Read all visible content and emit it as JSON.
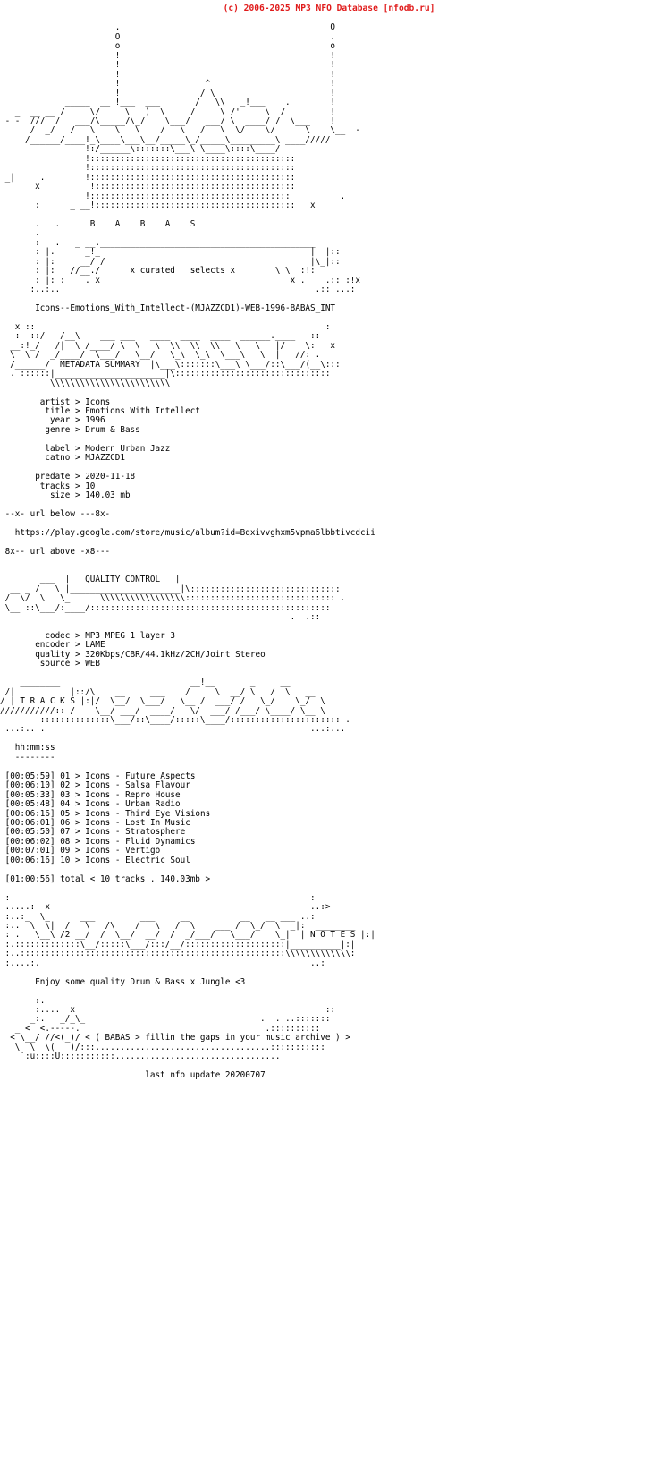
{
  "header": {
    "copyright": "(c) 2006-2025 MP3 NFO Database [nfodb.ru]",
    "color": "#e01b1b"
  },
  "release": {
    "dirname": "Icons--Emotions_With_Intellect-(MJAZZCD1)-WEB-1996-BABAS_INT",
    "group": "BABAS",
    "group_tagline": "x curated   selects x",
    "group_letters": "B    A    B    A    S"
  },
  "sections": {
    "metadata_title": "METADATA SUMMARY",
    "quality_title": "QUALITY CONTROL",
    "tracks_title": "T R A C K S",
    "notes_title": "N O T E S"
  },
  "metadata": {
    "rows": [
      {
        "key": "artist",
        "sep": ">",
        "value": "Icons"
      },
      {
        "key": "title",
        "sep": ">",
        "value": "Emotions With Intellect"
      },
      {
        "key": "year",
        "sep": ">",
        "value": "1996"
      },
      {
        "key": "genre",
        "sep": ">",
        "value": "Drum & Bass"
      },
      {
        "key": "label",
        "sep": ">",
        "value": "Modern Urban Jazz"
      },
      {
        "key": "catno",
        "sep": ">",
        "value": "MJAZZCD1"
      },
      {
        "key": "predate",
        "sep": ">",
        "value": "2020-11-18"
      },
      {
        "key": "tracks",
        "sep": ">",
        "value": "10"
      },
      {
        "key": "size",
        "sep": ">",
        "value": "140.03 mb"
      }
    ]
  },
  "url_block": {
    "above_marker": "--x- url below ---8x-",
    "url": "https://play.google.com/store/music/album?id=Bqxivvghxm5vpma6lbbtivcdcii",
    "below_marker": "8x-- url above -x8---"
  },
  "quality": {
    "rows": [
      {
        "key": "codec",
        "sep": ">",
        "value": "MP3 MPEG 1 layer 3"
      },
      {
        "key": "encoder",
        "sep": ">",
        "value": "LAME"
      },
      {
        "key": "quality",
        "sep": ">",
        "value": "320Kbps/CBR/44.1kHz/2CH/Joint Stereo"
      },
      {
        "key": "source",
        "sep": ">",
        "value": "WEB"
      }
    ]
  },
  "tracklist": {
    "time_header": "hh:mm:ss",
    "time_rule": "--------",
    "artist": "Icons",
    "items": [
      {
        "time": "[00:05:59]",
        "num": "01",
        "sep": ">",
        "artist": "Icons",
        "dash": "-",
        "title": "Future Aspects"
      },
      {
        "time": "[00:06:10]",
        "num": "02",
        "sep": ">",
        "artist": "Icons",
        "dash": "-",
        "title": "Salsa Flavour"
      },
      {
        "time": "[00:05:33]",
        "num": "03",
        "sep": ">",
        "artist": "Icons",
        "dash": "-",
        "title": "Repro House"
      },
      {
        "time": "[00:05:48]",
        "num": "04",
        "sep": ">",
        "artist": "Icons",
        "dash": "-",
        "title": "Urban Radio"
      },
      {
        "time": "[00:06:16]",
        "num": "05",
        "sep": ">",
        "artist": "Icons",
        "dash": "-",
        "title": "Third Eye Visions"
      },
      {
        "time": "[00:06:01]",
        "num": "06",
        "sep": ">",
        "artist": "Icons",
        "dash": "-",
        "title": "Lost In Music"
      },
      {
        "time": "[00:05:50]",
        "num": "07",
        "sep": ">",
        "artist": "Icons",
        "dash": "-",
        "title": "Stratosphere"
      },
      {
        "time": "[00:06:02]",
        "num": "08",
        "sep": ">",
        "artist": "Icons",
        "dash": "-",
        "title": "Fluid Dynamics"
      },
      {
        "time": "[00:07:01]",
        "num": "09",
        "sep": ">",
        "artist": "Icons",
        "dash": "-",
        "title": "Vertigo"
      },
      {
        "time": "[00:06:16]",
        "num": "10",
        "sep": ">",
        "artist": "Icons",
        "dash": "-",
        "title": "Electric Soul"
      }
    ],
    "total_line": "[01:00:56] total < 10 tracks . 140.03mb >"
  },
  "notes": {
    "text": "Enjoy some quality Drum & Bass x Jungle <3"
  },
  "footer": {
    "greet_line": "< ( BABAS > fillin the gaps in your music archive ) >",
    "last_update": "last nfo update 20200707"
  },
  "ascii": {
    "logo_babas": [
      "                       .                                      O",
      "                       O                                      .",
      "                       o                                      o",
      "                       !                                      !",
      "                       !                                      !",
      "                       !                                      !",
      "                       !                ^                     !",
      "                       !               / \\       _            !",
      "            ______   __!___  ___      /  \\ \\    _!___   .     !",
      "  _  __   /|  __  \\/  |   \\ )  \\    /   \\ \\   /'  \\ \\_/  \\   !",
      "- - -/// /  \\____/ \\  |    \\_/    \\/  ___\\ \\_/ _!___ \\   \\   \\__ - -",
      "    /    \\________/|_/  __ /\\    /\\ \\    \\  \\  \\___/  \\___\\//// -",
      "   /_____________!_/   /  \\ \\  /  \\ \\____\\  \\__/    ___/ ///",
      "                 !::/_______\\ \\/____\\:::::\\_____\\:::\\____/",
      "                 !:::::::::::::::::::::::::::::::::::::::::",
      "                 !:::::::::::::::::::::::::::::::::::::::::"
    ],
    "block_chars": ":.!|/\\_^()<>"
  }
}
